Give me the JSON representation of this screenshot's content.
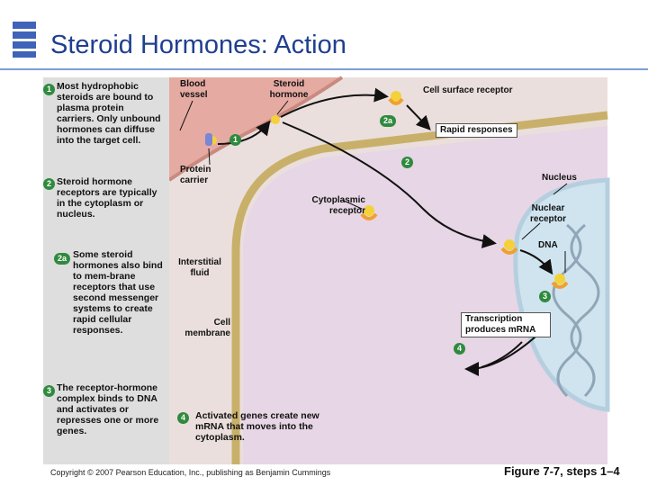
{
  "title": "Steroid Hormones: Action",
  "steps": [
    {
      "badge": "1",
      "text": "Most hydrophobic steroids are bound to plasma protein carriers. Only unbound hormones can diffuse into the target cell."
    },
    {
      "badge": "2",
      "text": "Steroid hormone receptors are typically in the cytoplasm or nucleus."
    },
    {
      "badge": "2a",
      "text": "Some steroid hormones also bind to mem-brane receptors that use second messenger systems to create rapid cellular responses."
    },
    {
      "badge": "3",
      "text": "The receptor-hormone complex binds to DNA and activates or represses one or more genes."
    },
    {
      "badge": "4",
      "text": "Activated genes create new mRNA that moves into the cytoplasm."
    }
  ],
  "labels": {
    "blood_vessel": "Blood vessel",
    "steroid_hormone": "Steroid hormone",
    "cell_surface_receptor": "Cell surface receptor",
    "rapid_responses": "Rapid responses",
    "protein_carrier": "Protein carrier",
    "nucleus": "Nucleus",
    "cytoplasmic_receptor": "Cytoplasmic receptor",
    "nuclear_receptor": "Nuclear receptor",
    "dna": "DNA",
    "interstitial_fluid": "Interstitial fluid",
    "cell_membrane": "Cell membrane",
    "transcription": "Transcription produces mRNA"
  },
  "markers": {
    "m1": "1",
    "m2a": "2a",
    "m2": "2",
    "m3": "3",
    "m4": "4"
  },
  "copyright": "Copyright © 2007 Pearson Education, Inc., publishing as Benjamin Cummings",
  "figure_ref": "Figure 7-7, steps 1–4",
  "colors": {
    "title": "#1f3f8f",
    "badge": "#2f8a3e",
    "blood": "#e8b3ab",
    "cytoplasm": "#e9d8e6",
    "nucleus": "#cfe6ef"
  }
}
